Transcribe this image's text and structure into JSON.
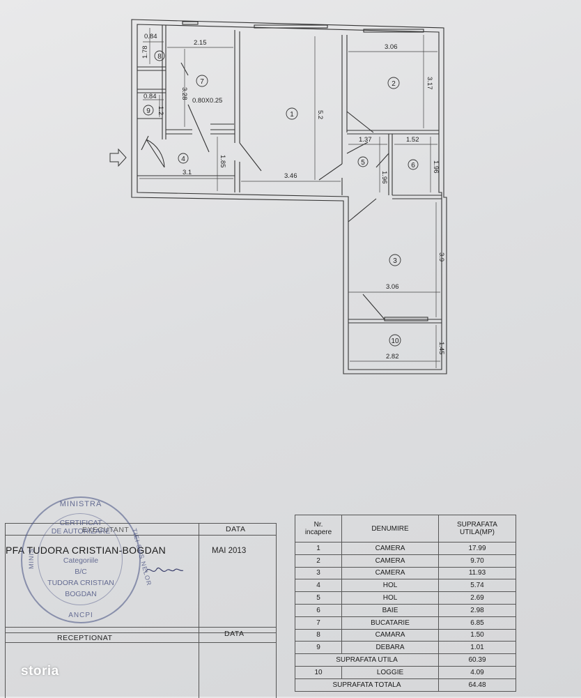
{
  "plan": {
    "rooms": [
      {
        "id": "room-1",
        "num": "1"
      },
      {
        "id": "room-2",
        "num": "2"
      },
      {
        "id": "room-3",
        "num": "3"
      },
      {
        "id": "room-4",
        "num": "4"
      },
      {
        "id": "room-5",
        "num": "5"
      },
      {
        "id": "room-6",
        "num": "6"
      },
      {
        "id": "room-7",
        "num": "7"
      },
      {
        "id": "room-8",
        "num": "8"
      },
      {
        "id": "room-9",
        "num": "9"
      },
      {
        "id": "room-10",
        "num": "10"
      }
    ],
    "dims": {
      "d_084a": "0.84",
      "d_178": "1.78",
      "d_215": "2.15",
      "d_328": "3.28",
      "d_084b": "0.84",
      "d_12": "1.2",
      "d_080x025": "0.80X0.25",
      "d_52": "5.2",
      "d_306a": "3.06",
      "d_317": "3.17",
      "d_137": "1.37",
      "d_152": "1.52",
      "d_196a": "1.96",
      "d_196b": "1.96",
      "d_31": "3.1",
      "d_185": "1.85",
      "d_346": "3.46",
      "d_39": "3.9",
      "d_306b": "3.06",
      "d_282": "2.82",
      "d_145": "1.45"
    }
  },
  "stamp": {
    "ring_top": "MINISTRA",
    "ring_right": "TIEI SUS NELOR",
    "ring_left": "MINIS",
    "line1": "CERTIFICAT",
    "line2": "DE AUTORIZARE",
    "line3": "Categoriile",
    "line4": "B/C",
    "line5": "TUDORA CRISTIAN",
    "line6": "BOGDAN",
    "ring_bottom": "ANCPI"
  },
  "executant": {
    "label": "EXECUTANT",
    "date_label": "DATA",
    "name": "PFA TUDORA CRISTIAN-BOGDAN",
    "date": "MAI 2013",
    "receptionat_label": "RECEPTIONAT",
    "date_label2": "DATA"
  },
  "table": {
    "header": {
      "nr": "Nr.",
      "incapere": "incapere",
      "denumire": "DENUMIRE",
      "suprafata": "SUPRAFATA",
      "utila": "UTILA(MP)"
    },
    "rows": [
      {
        "nr": "1",
        "name": "CAMERA",
        "area": "17.99"
      },
      {
        "nr": "2",
        "name": "CAMERA",
        "area": "9.70"
      },
      {
        "nr": "3",
        "name": "CAMERA",
        "area": "11.93"
      },
      {
        "nr": "4",
        "name": "HOL",
        "area": "5.74"
      },
      {
        "nr": "5",
        "name": "HOL",
        "area": "2.69"
      },
      {
        "nr": "6",
        "name": "BAIE",
        "area": "2.98"
      },
      {
        "nr": "7",
        "name": "BUCATARIE",
        "area": "6.85"
      },
      {
        "nr": "8",
        "name": "CAMARA",
        "area": "1.50"
      },
      {
        "nr": "9",
        "name": "DEBARA",
        "area": "1.01"
      }
    ],
    "suprafata_utila": {
      "label": "SUPRAFATA UTILA",
      "value": "60.39"
    },
    "loggie": {
      "nr": "10",
      "name": "LOGGIE",
      "area": "4.09"
    },
    "suprafata_totala": {
      "label": "SUPRAFATA TOTALA",
      "value": "64.48"
    }
  },
  "watermark": "storia",
  "colors": {
    "line": "#333333",
    "stamp": "#46508a",
    "paper": "#e2e3e5"
  }
}
